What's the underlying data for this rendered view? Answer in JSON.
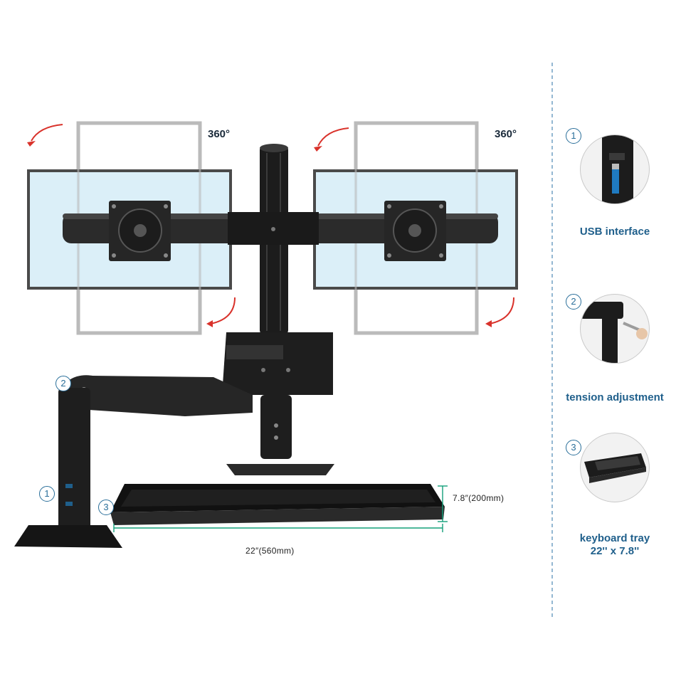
{
  "rotation_label_left": "360°",
  "rotation_label_right": "360°",
  "depth_label": "7.8″(200mm)",
  "width_label": "22″(560mm)",
  "callouts": [
    "1",
    "2",
    "3"
  ],
  "features": [
    {
      "number": "1",
      "label": "USB interface"
    },
    {
      "number": "2",
      "label": "tension adjustment"
    },
    {
      "number": "3",
      "label_line1": "keyboard tray",
      "label_line2": "22'' x 7.8''"
    }
  ],
  "colors": {
    "accent": "#1f5f8b",
    "divider": "#7aa7c7",
    "screen_tint": "#d8eef8",
    "rotation_arrow": "#d9322b",
    "dimension_line": "#14a07a",
    "hardware": "#1c1c1c"
  }
}
